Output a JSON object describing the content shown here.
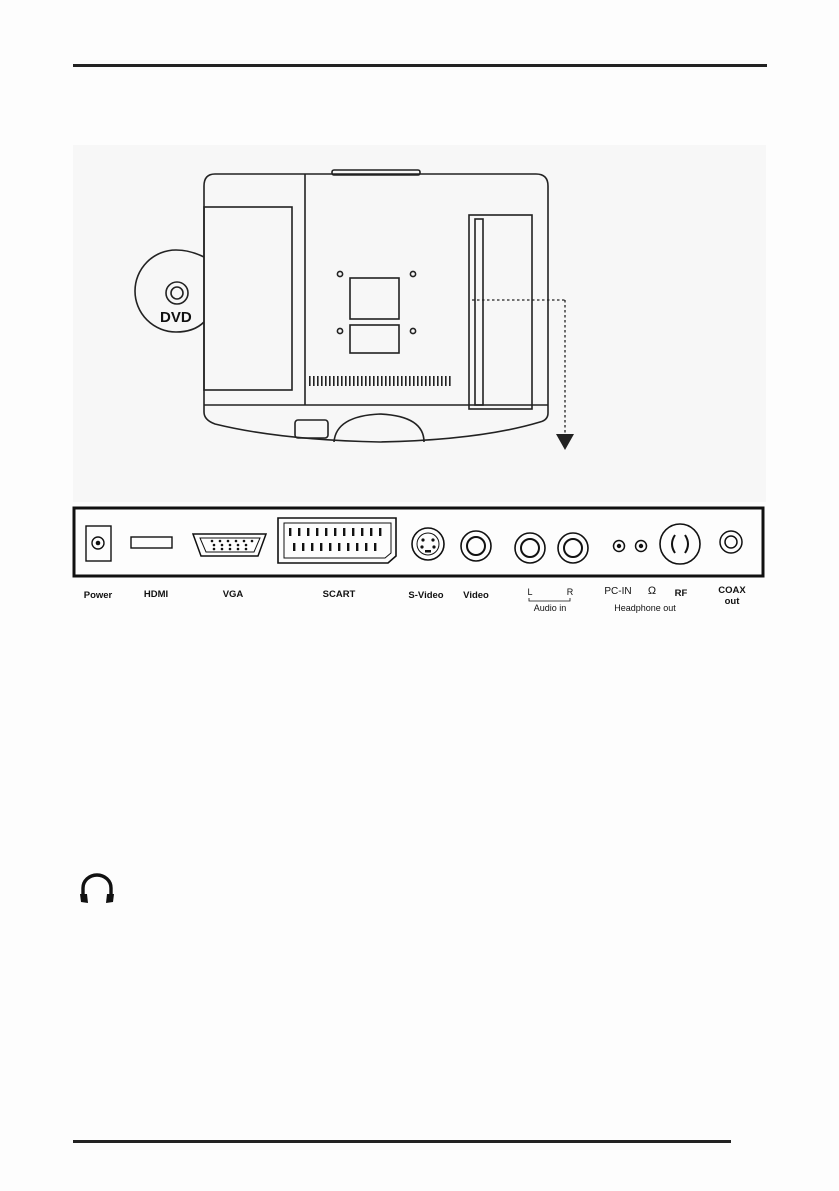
{
  "back_view": {
    "dvd_label": "DVD"
  },
  "panel": {
    "ports": [
      {
        "id": "power",
        "label": "Power"
      },
      {
        "id": "hdmi",
        "label": "HDMI"
      },
      {
        "id": "vga",
        "label": "VGA"
      },
      {
        "id": "scart",
        "label": "SCART"
      },
      {
        "id": "svideo",
        "label": "S-Video"
      },
      {
        "id": "video",
        "label": "Video"
      },
      {
        "id": "rf",
        "label": "RF"
      },
      {
        "id": "coax_line1",
        "label": "COAX"
      },
      {
        "id": "coax_line2",
        "label": "out"
      }
    ],
    "audio_left": "L",
    "audio_right": "R",
    "audio_group": "Audio in",
    "pc_in": "PC-IN",
    "headphone_symbol": "Ω",
    "headphone_out": "Headphone out"
  },
  "icons": {
    "headphone": "headphone-icon"
  }
}
